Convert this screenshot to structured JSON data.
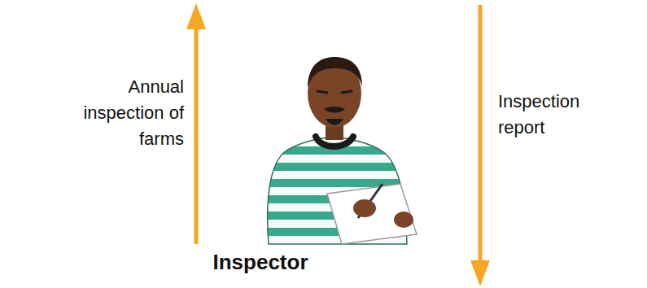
{
  "diagram": {
    "labels": [
      "Annual inspection of farms",
      "Inspector",
      "Inspection report"
    ]
  }
}
